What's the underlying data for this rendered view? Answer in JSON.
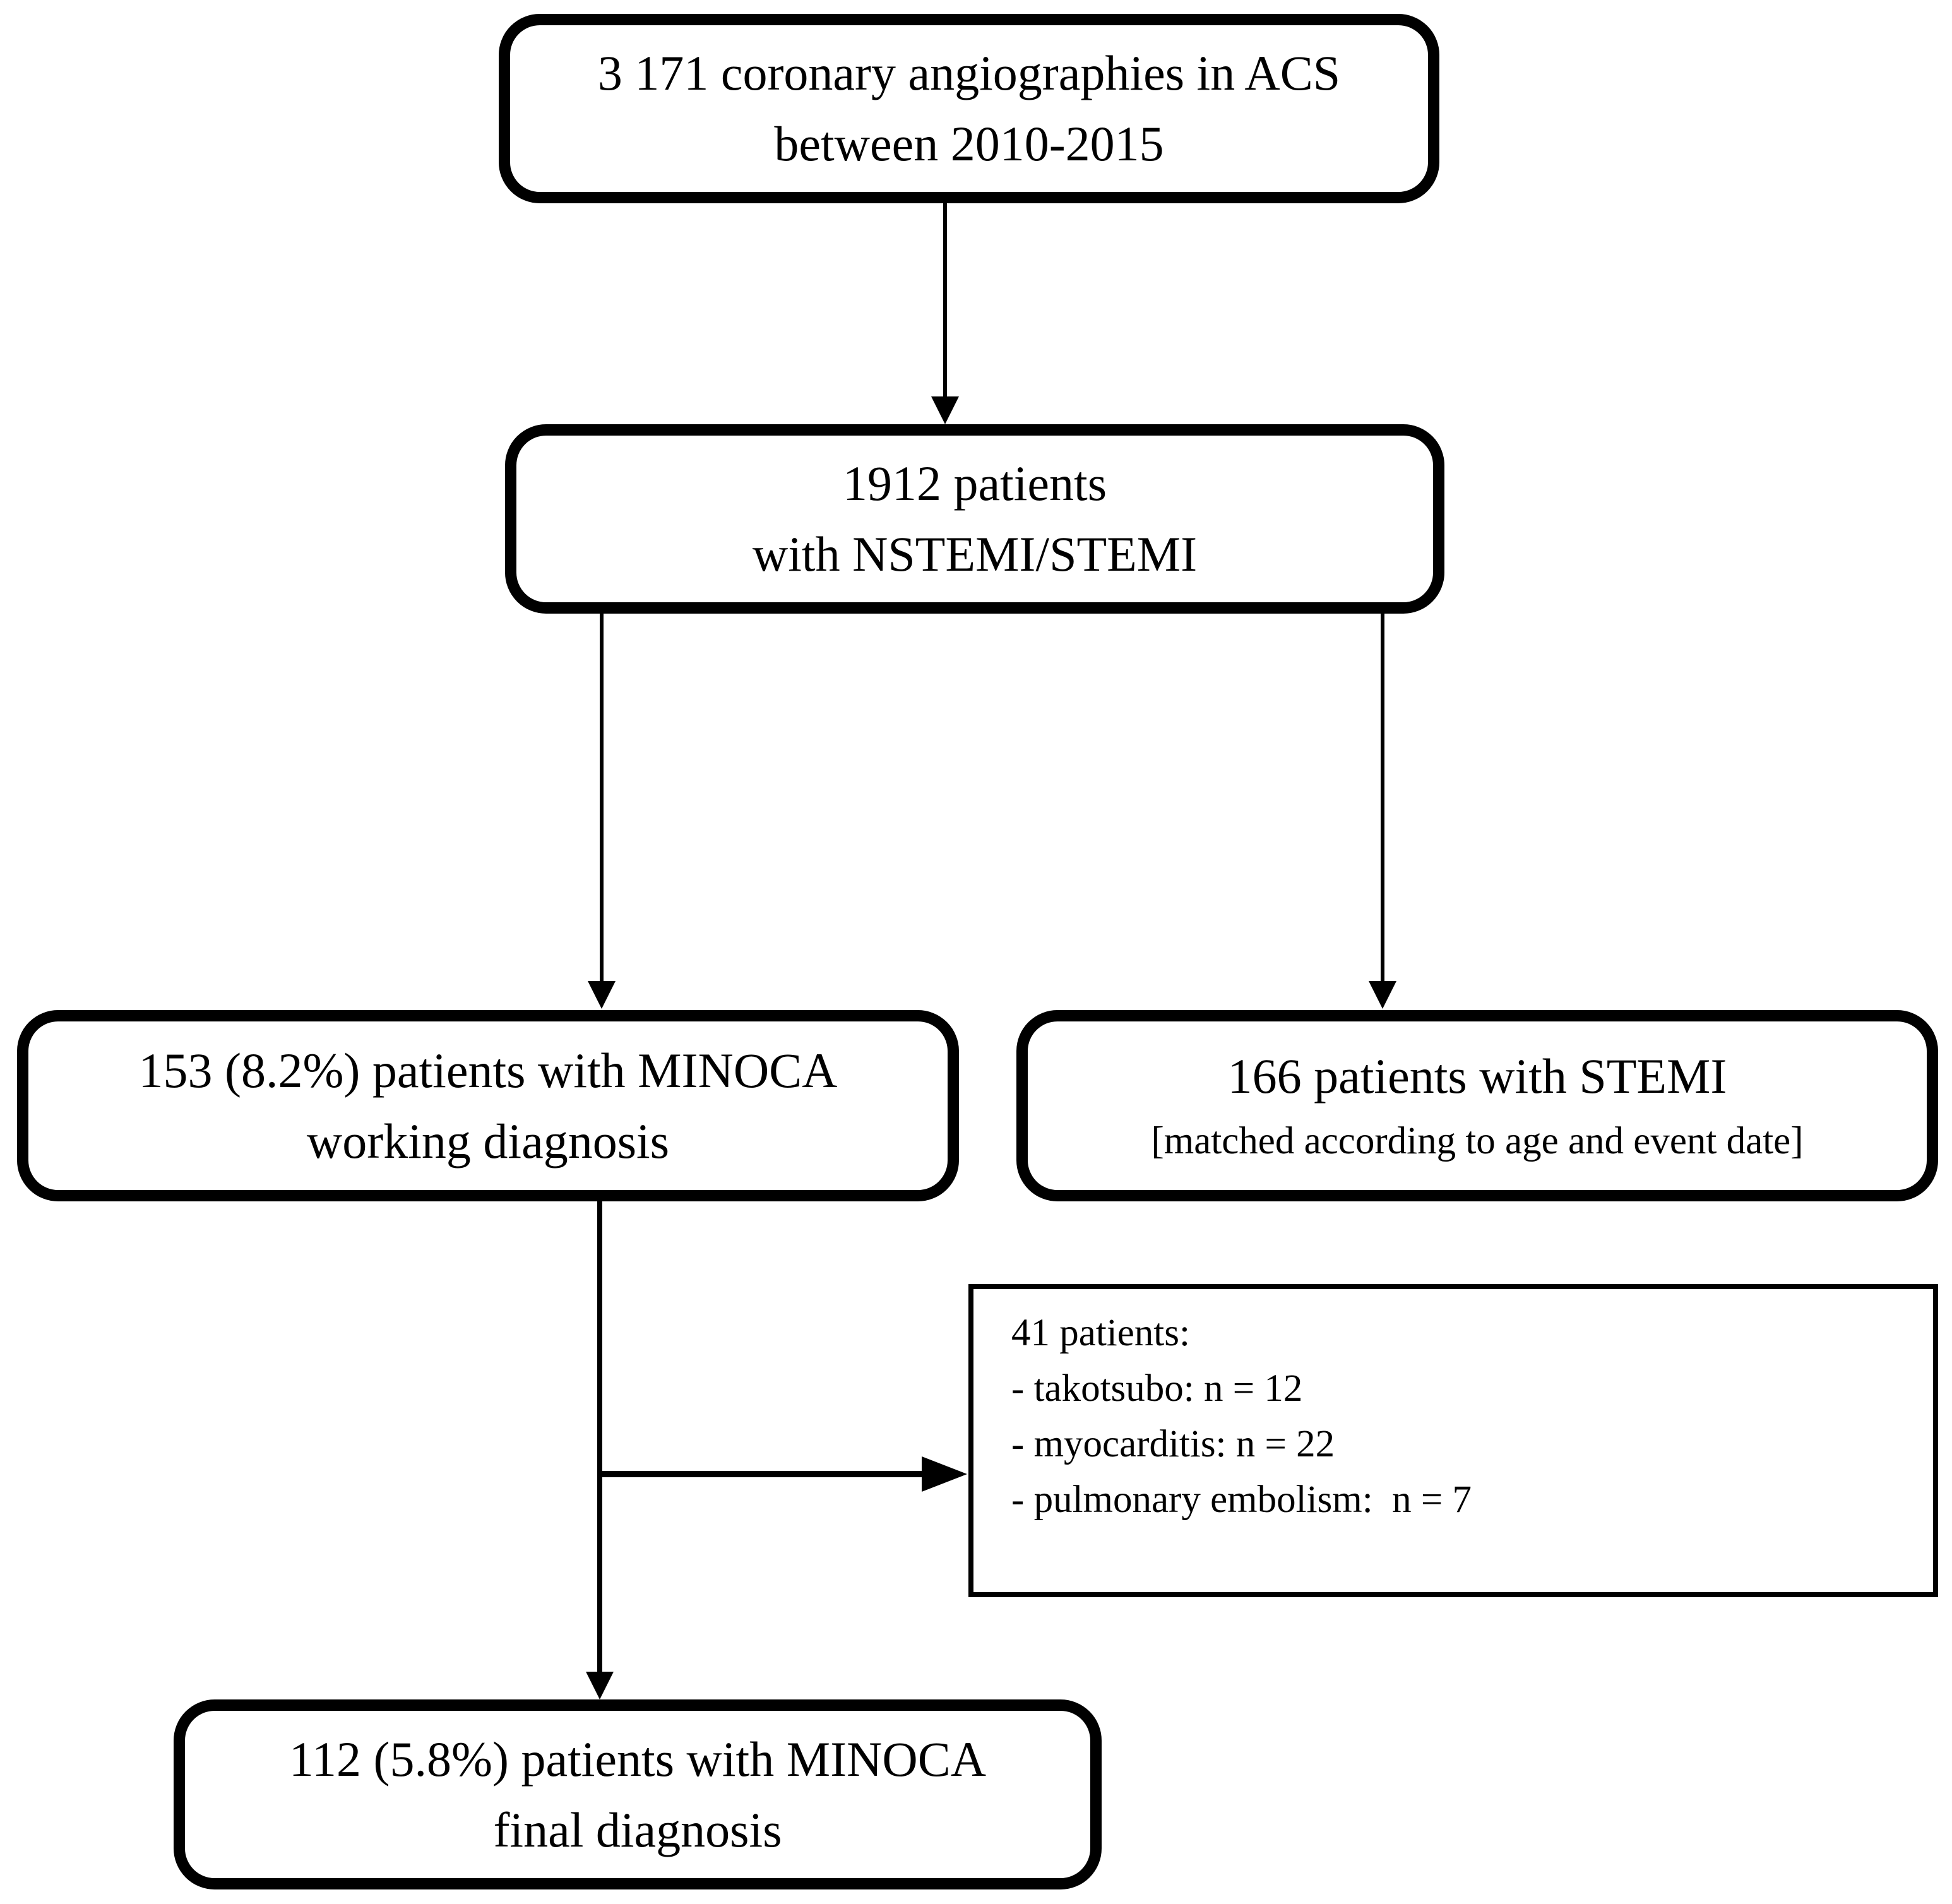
{
  "figure": {
    "background_color": "#ffffff",
    "line_color": "#000000"
  },
  "nodes": {
    "angiographies": {
      "line1": "3 171 coronary angiographies in ACS",
      "line2": "between 2010-2015"
    },
    "nstemi_stemi": {
      "line1": "1912 patients",
      "line2": "with NSTEMI/STEMI"
    },
    "minoca_working": {
      "line1": "153 (8.2%) patients with MINOCA",
      "line2": "working diagnosis"
    },
    "stemi_matched": {
      "line1": "166 patients with STEMI",
      "line2": "[matched according to age and event date]"
    },
    "excluded": {
      "line1": "41 patients:",
      "line2": "- takotsubo: n = 12",
      "line3": "- myocarditis: n = 22",
      "line4": "- pulmonary embolism:  n = 7"
    },
    "minoca_final": {
      "line1": "112 (5.8%) patients with MINOCA",
      "line2": "final diagnosis"
    }
  }
}
